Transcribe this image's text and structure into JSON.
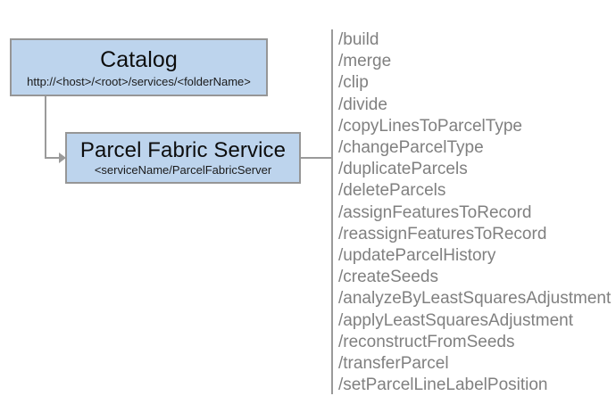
{
  "diagram": {
    "colors": {
      "node_fill": "#bdd4ed",
      "node_border": "#969696",
      "connector": "#9a9a9a",
      "operation_text": "#808080",
      "background": "#ffffff"
    },
    "nodes": [
      {
        "id": "catalog",
        "title": "Catalog",
        "subtitle": "http://<host>/<root>/services/<folderName>"
      },
      {
        "id": "parcel-fabric-service",
        "title": "Parcel Fabric Service",
        "subtitle": "<serviceName/ParcelFabricServer"
      }
    ],
    "operations": [
      "/build",
      "/merge",
      "/clip",
      "/divide",
      "/copyLinesToParcelType",
      "/changeParcelType",
      "/duplicateParcels",
      "/deleteParcels",
      "/assignFeaturesToRecord",
      "/reassignFeaturesToRecord",
      "/updateParcelHistory",
      "/createSeeds",
      "/analyzeByLeastSquaresAdjustment",
      "/applyLeastSquaresAdjustment",
      "/reconstructFromSeeds",
      "/transferParcel",
      "/setParcelLineLabelPosition"
    ]
  }
}
